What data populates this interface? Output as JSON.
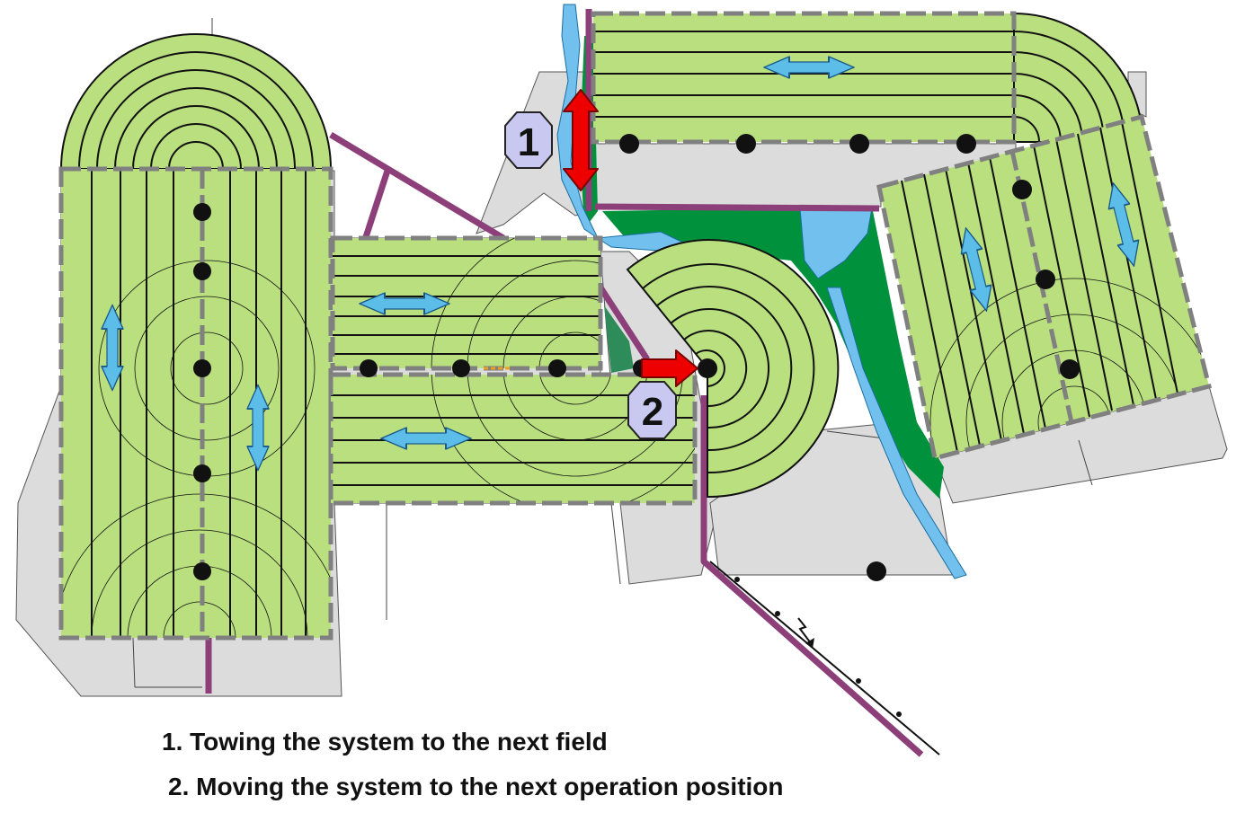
{
  "legend": {
    "item1": "1. Towing the system to the next field",
    "item2": "2. Moving the system to the next operation position"
  },
  "markers": {
    "marker1": "1",
    "marker2": "2"
  },
  "colors": {
    "field_fill": "#b9df7e",
    "field_line": "#111111",
    "field_border": "#808080",
    "ground": "#dcdcdc",
    "road": "#8c3f78",
    "water": "#72c0ee",
    "forest": "#00913d",
    "move_arrow": "#ee0000",
    "direction_arrow": "#5bbde8",
    "marker_fill": "#c8c8f0"
  },
  "icons": {
    "operation_position": "black-dot-icon",
    "movement_direction": "double-arrow-icon",
    "power_line": "power-line-icon"
  }
}
